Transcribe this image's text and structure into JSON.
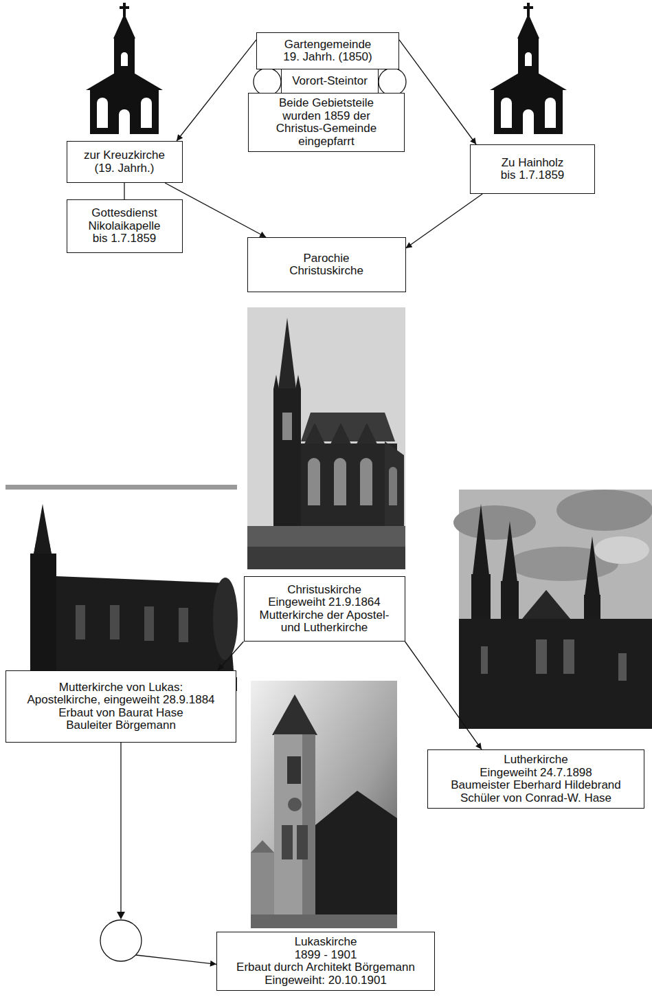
{
  "diagram": {
    "nodes": [
      {
        "text": [
          "Gartengemeinde 19. Jahrh. (1850)"
        ]
      },
      {
        "text": [
          "Vorort-Steintor"
        ]
      },
      {
        "text": [
          "Beide Gebietsteile wurden 1859 der Christus-Gemeinde eingepfarrt"
        ]
      },
      {
        "text": [
          "zur Kreuzkirche (19. Jahrh.)"
        ]
      },
      {
        "text": [
          "Zu Hainholz bis 1.7.1859"
        ]
      },
      {
        "text": [
          "Gottesdienst Nikolaikapelle bis 1.7.1859"
        ]
      },
      {
        "text": [
          "Parochie Christuskirche"
        ]
      },
      {
        "text": [
          "Christuskirche",
          "Eingeweiht 21.9.1864",
          "Mutterkirche der Apostel- und Lutherkirche"
        ]
      },
      {
        "text": [
          "Mutterkirche von Lukas:",
          "Apostelkirche, eingeweiht 28.9.1884",
          "Erbaut von Baurat Hase",
          "Bauleiter Börgemann"
        ]
      },
      {
        "text": [
          "Lutherkirche",
          "Eingeweiht 24.7.1898",
          "Baumeister Eberhard Hildebrand",
          "Schüler von Conrad-W. Hase"
        ]
      },
      {
        "text": [
          "Lukaskirche",
          "1899 - 1901",
          "Erbaut durch Architekt Börgemann",
          "Eingeweiht: 20.10.1901"
        ]
      }
    ],
    "edges": [
      {
        "from": 0,
        "to": 3,
        "arrow": "to"
      },
      {
        "from": 0,
        "to": 4,
        "arrow": "to"
      },
      {
        "from": 3,
        "to": 5,
        "arrow": "none"
      },
      {
        "from": 3,
        "to": 6,
        "arrow": "to"
      },
      {
        "from": 4,
        "to": 6,
        "arrow": "to"
      },
      {
        "from": 7,
        "to": 8,
        "arrow": "to"
      },
      {
        "from": 7,
        "to": 9,
        "arrow": "to"
      },
      {
        "from": 8,
        "to": 10,
        "arrow": "to"
      }
    ]
  }
}
